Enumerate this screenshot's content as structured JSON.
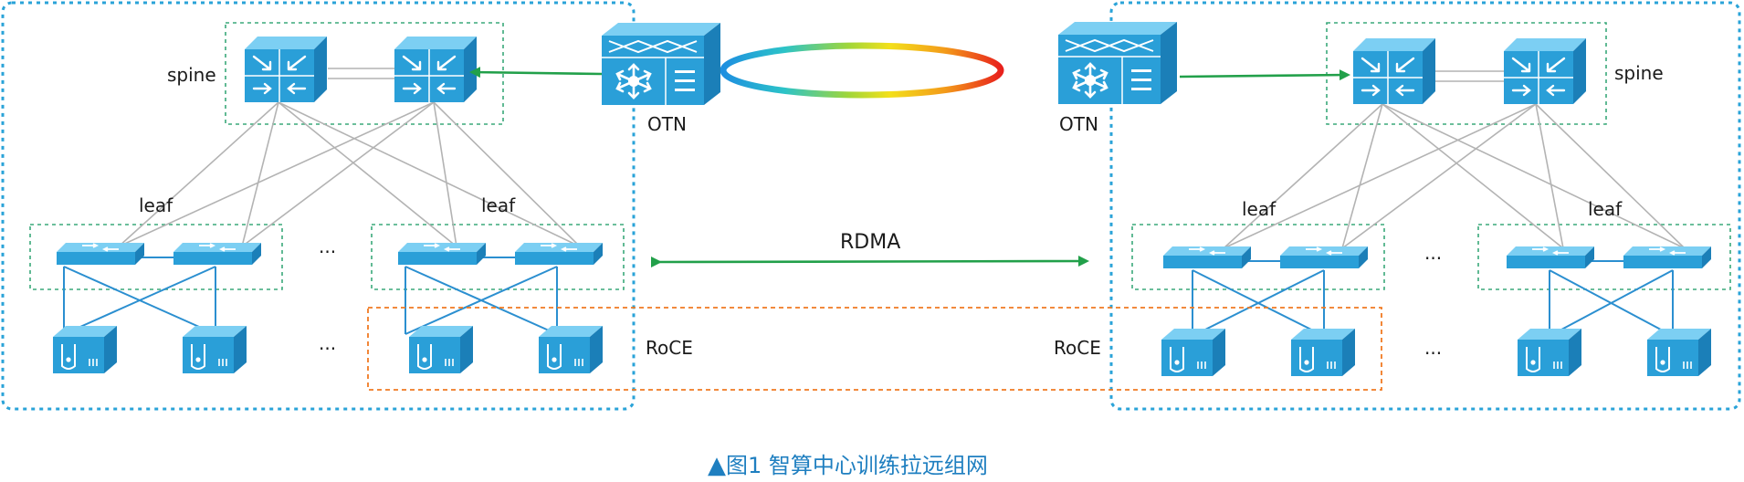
{
  "labels": {
    "spine_left": "spine",
    "spine_right": "spine",
    "otn_left": "OTN",
    "otn_right": "OTN",
    "leaf_1": "leaf",
    "leaf_2": "leaf",
    "leaf_3": "leaf",
    "leaf_4": "leaf",
    "rdma": "RDMA",
    "roce_left": "RoCE",
    "roce_right": "RoCE",
    "ellipsis": "···"
  },
  "caption": {
    "marker": "▲",
    "text": "图1  智算中心训练拉远组网"
  },
  "colors": {
    "dc_border": "#2aa3d8",
    "group_border": "#3aa87a",
    "roce_border": "#f07a22",
    "arrow": "#22a04a",
    "device": "#2a9fd8",
    "link": "#b3b3b3",
    "caption": "#1f7fc0"
  }
}
